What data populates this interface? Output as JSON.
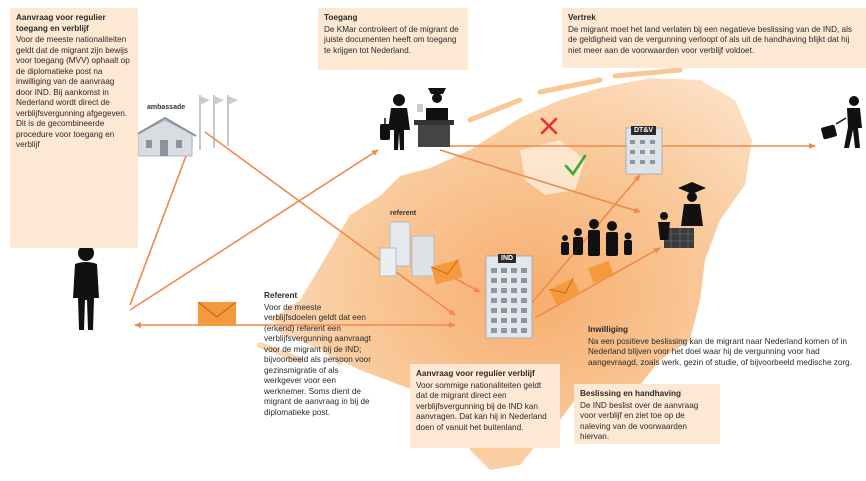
{
  "notes": {
    "regulier_mvv": {
      "title": "Aanvraag voor regulier toegang en verblijf",
      "body": "Voor de meeste nationaliteiten geldt dat de migrant zijn bewijs voor toegang (MVV) ophaalt op de diplomatieke post na inwilliging van de aanvraag door IND. Bij aankomst in Nederland wordt direct de verblijfsvergunning afgegeven. Dit is de gecombineerde procedure voor toegang en verblijf"
    },
    "toegang": {
      "title": "Toegang",
      "body": "De KMar controleert of de migrant de juiste documenten heeft om toegang te krijgen tot Nederland."
    },
    "vertrek": {
      "title": "Vertrek",
      "body": "De migrant moet het land verlaten bij een negatieve beslissing van de IND, als de geldigheid van de vergunning verloopt of als uit de handhaving blijkt dat hij niet meer aan de voorwaarden voor verblijf voldoet."
    },
    "referent": {
      "title": "Referent",
      "body": "Voor de meeste verblijfsdoelen geldt dat een (erkend) referent een verblijfsvergunning aanvraagt voor de migrant bij de IND; bijvoorbeeld als persoon voor gezinsmigratie of als werkgever voor een werknemer. Soms dient de migrant de aanvraag in bij de diplomatieke post."
    },
    "regulier_verblijf": {
      "title": "Aanvraag voor regulier verblijf",
      "body": "Voor sommige nationaliteiten geldt dat de migrant direct een verblijfsvergunning bij de IND kan aanvragen. Dat kan hij in Nederland doen of vanuit het buitenland."
    },
    "inwilliging": {
      "title": "Inwilliging",
      "body": "Na een positieve beslissing kan de migrant naar Nederland komen of in Nederland blijven voor het doel waar hij de vergunning voor had aangevraagd, zoals werk, gezin of studie, of bijvoorbeeld medische zorg."
    },
    "beslissing": {
      "title": "Beslissing en handhaving",
      "body": "De IND beslist over de aanvraag voor verblijf en ziet toe op de naleving van de voorwaarden hiervan."
    }
  },
  "labels": {
    "ambassade": "ambassade",
    "referent": "referent",
    "ind": "IND",
    "dtv": "DT&V"
  },
  "colors": {
    "arrow": "#f08a4b",
    "map_light": "#fbd7b6",
    "map_dark": "#f7b27a",
    "note_bg": "#fde8d4",
    "envelope": "#f59a3c",
    "check": "#3aa935",
    "cross": "#e3342f"
  },
  "icons": [
    "person-icon",
    "embassy-icon",
    "traveler-icon",
    "border-officer-icon",
    "departing-traveler-icon",
    "family-icon",
    "graduate-icon",
    "worker-icon",
    "envelope-icon",
    "checkmark-icon",
    "cross-icon",
    "building-icon"
  ]
}
